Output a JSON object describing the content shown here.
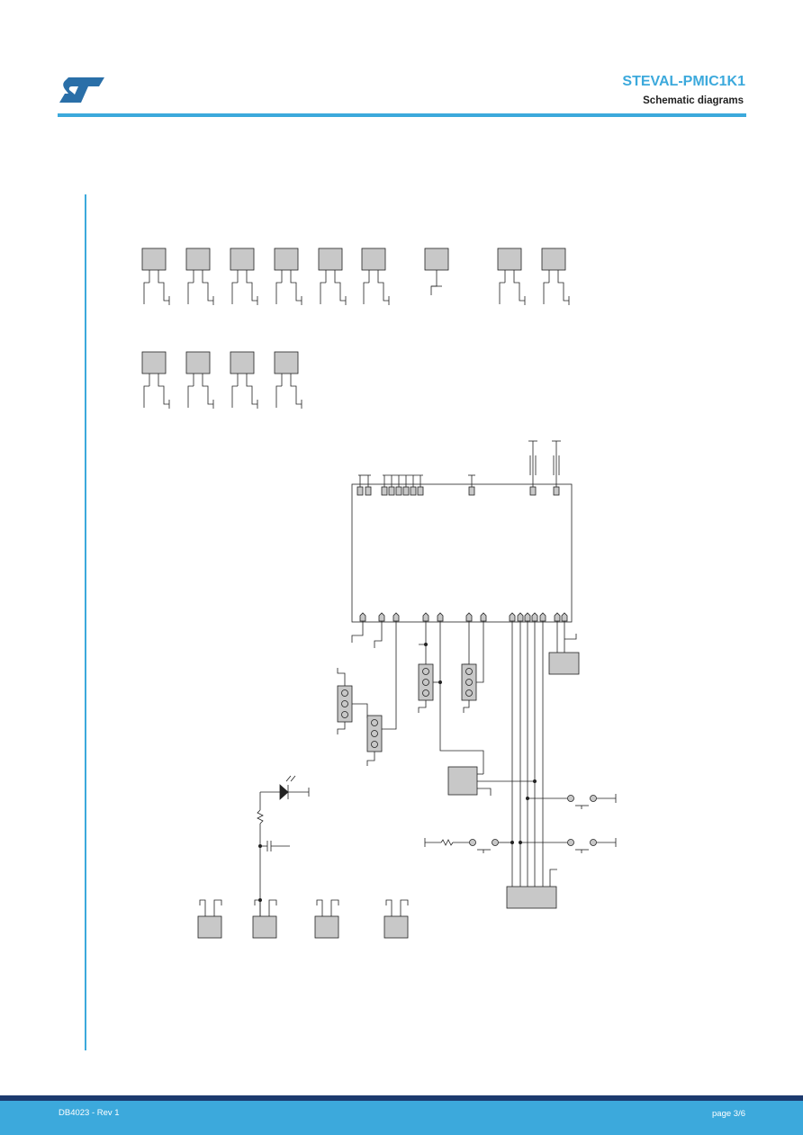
{
  "header": {
    "title": "STEVAL-PMIC1K1",
    "subtitle": "Schematic diagrams"
  },
  "footer": {
    "doc_id": "DB4023 - Rev 1",
    "page": "page 3/6"
  },
  "colors": {
    "accent": "#3ca9dc",
    "footer_dark": "#1c3a6e",
    "component_fill": "#c8c8c8",
    "logo": "#2a6fa8"
  }
}
